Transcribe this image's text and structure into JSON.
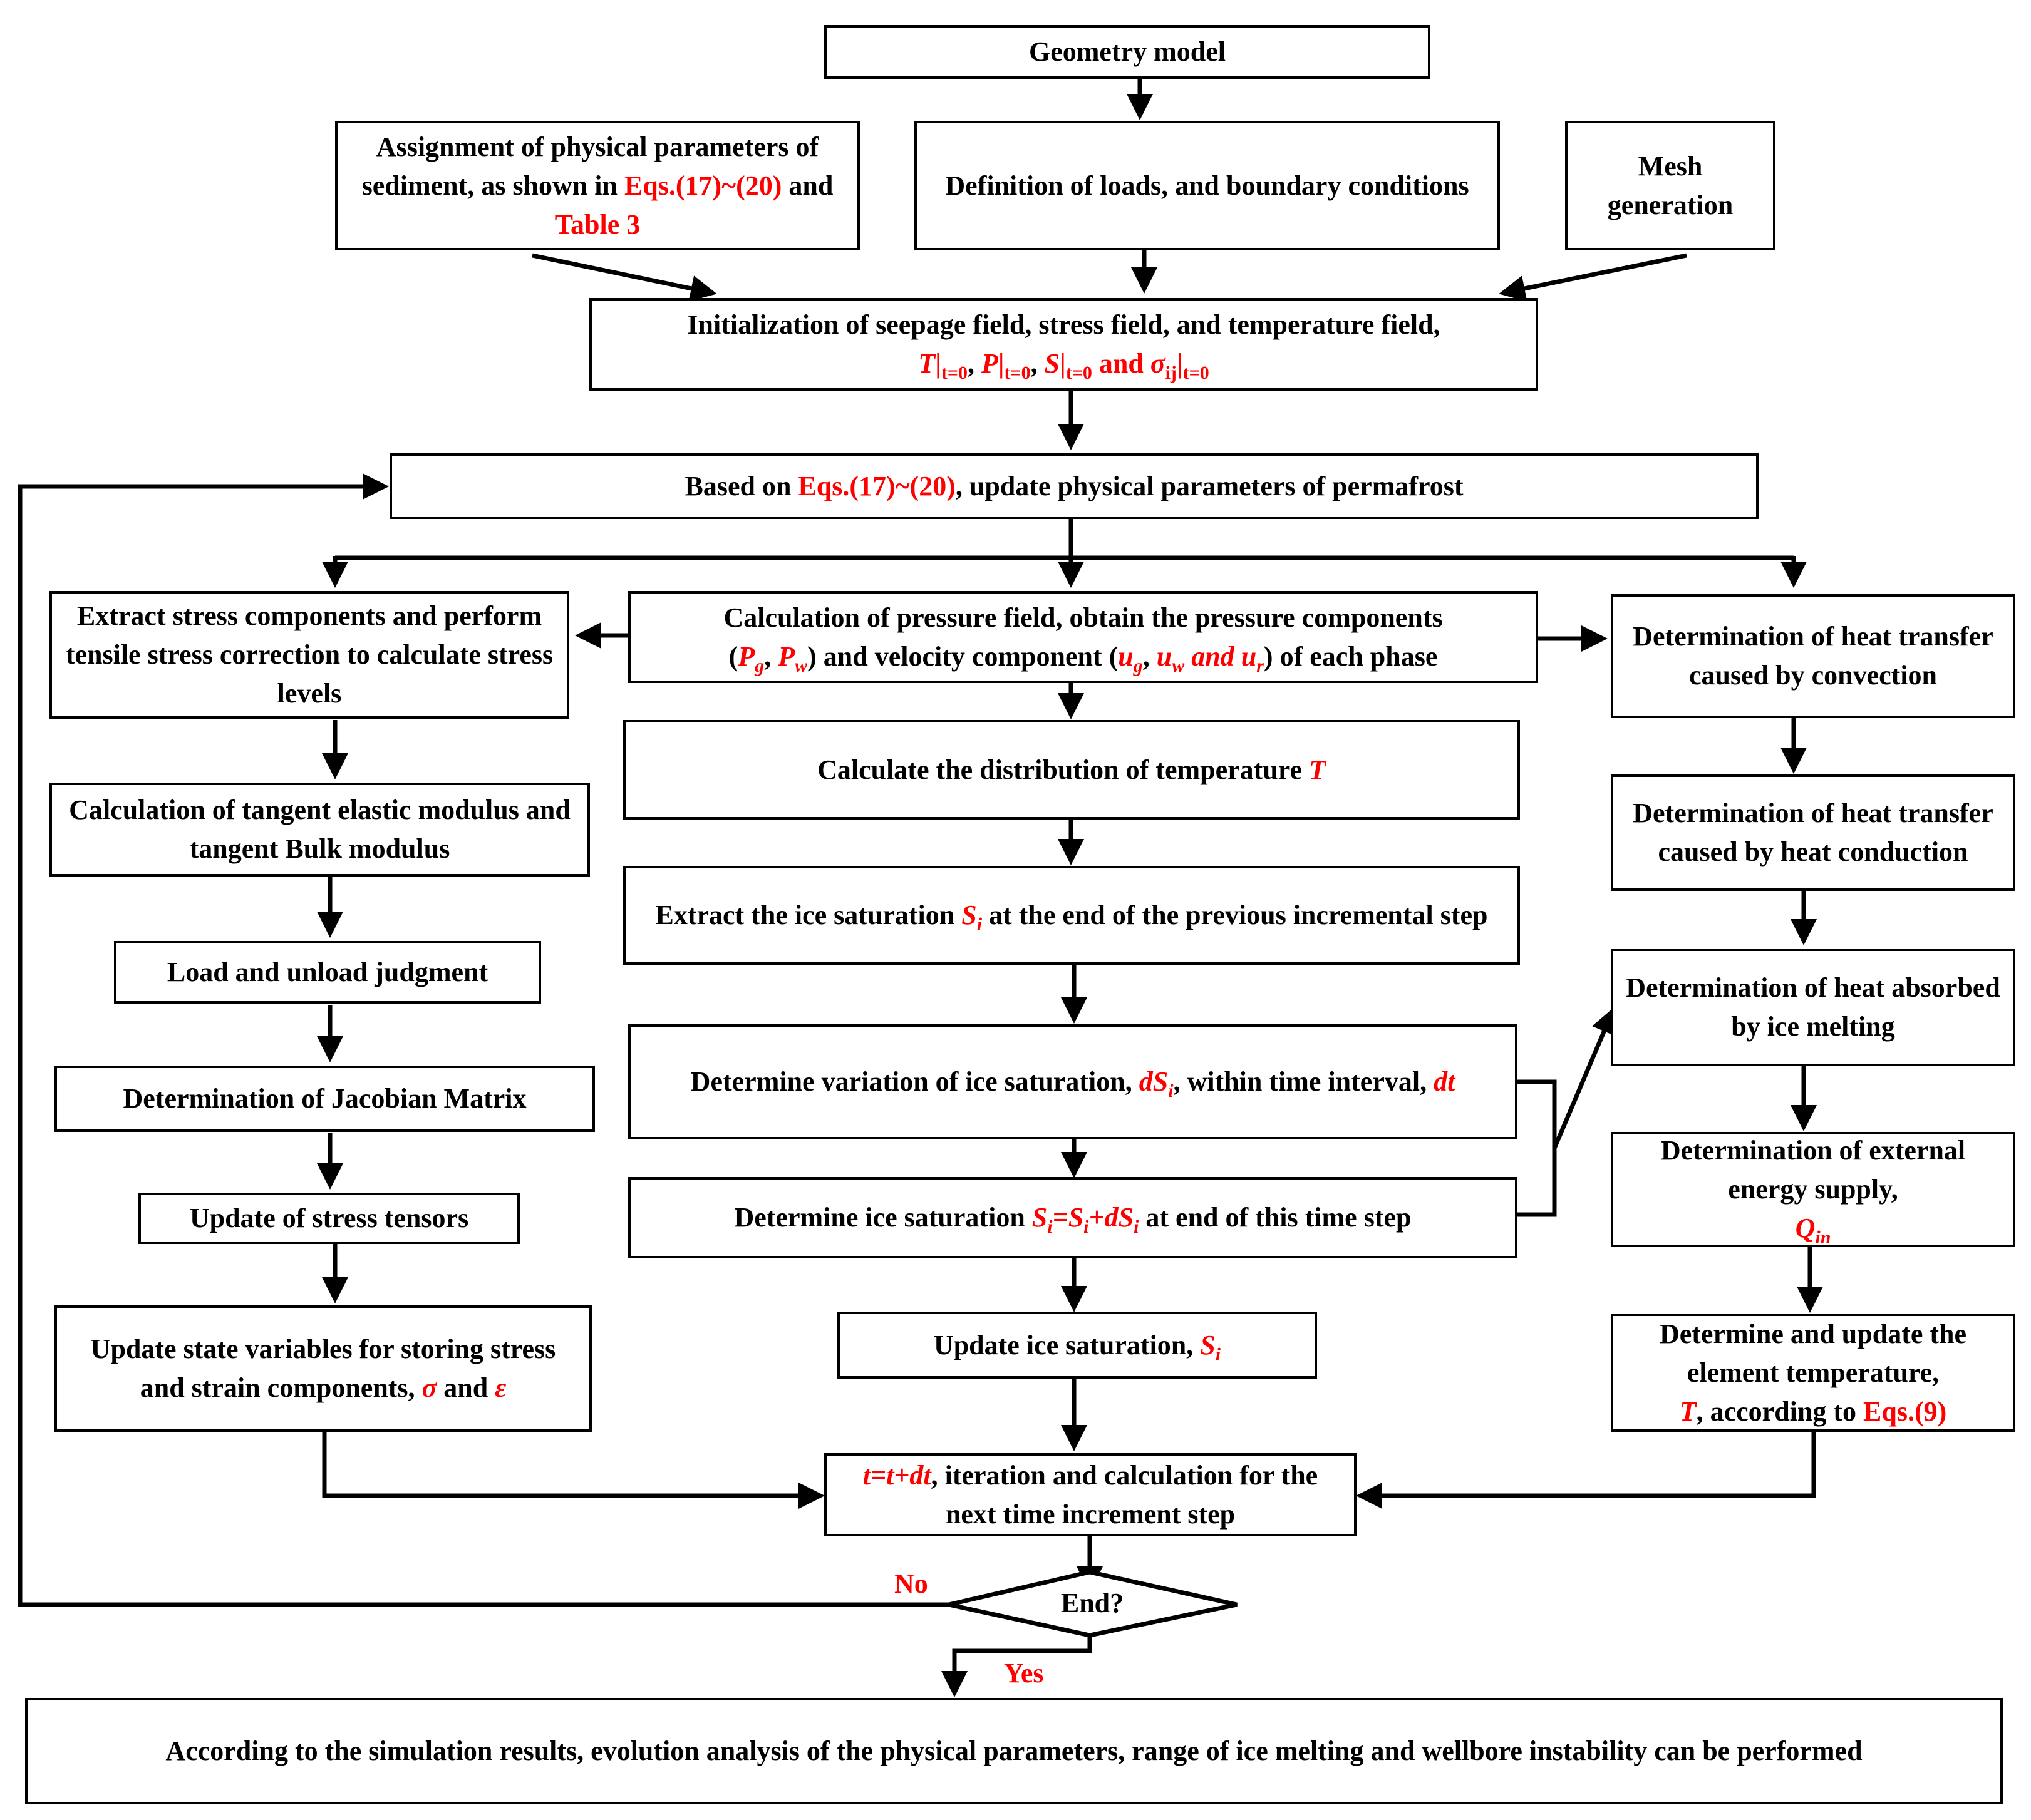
{
  "colors": {
    "line": "#000000",
    "highlight": "#ff0000",
    "background": "#ffffff"
  },
  "nodes": {
    "geometry": "Geometry model",
    "assign": {
      "prefix": "Assignment of physical parameters of sediment, as shown in",
      "ref1": "Eqs.(17)~(20)",
      "mid": "and",
      "ref2": "Table 3"
    },
    "loads": "Definition of loads, and boundary conditions",
    "mesh": "Mesh generation",
    "init": {
      "line1": "Initialization of seepage field, stress field, and temperature field,",
      "T": "T",
      "P": "P",
      "S": "S",
      "sigma": "σ",
      "sigma_sub": "ij",
      "t0": "t=0",
      "and": "and"
    },
    "update_params": {
      "prefix": "Based on",
      "ref": "Eqs.(17)~(20)",
      "suffix": ", update physical parameters of permafrost"
    },
    "stress_extract": "Extract stress components and perform tensile stress correction to calculate stress levels",
    "tangent": "Calculation of tangent elastic modulus and tangent Bulk modulus",
    "load_unload": "Load and unload judgment",
    "jacobian": "Determination of Jacobian Matrix",
    "update_stress": "Update of stress tensors",
    "state_vars": {
      "text": "Update state variables for storing stress and strain components,",
      "sigma": "σ",
      "and": "and",
      "eps": "ε"
    },
    "pressure": {
      "line1": "Calculation of pressure field, obtain the pressure components",
      "Pg": "P",
      "g": "g",
      "Pw": "P",
      "w": "w",
      "mid": "and velocity component",
      "ug": "u",
      "uw": "u",
      "and_ur": "and u",
      "r": "r",
      "suffix": "of each phase"
    },
    "temp_dist": {
      "text": "Calculate the distribution of temperature",
      "T": "T"
    },
    "ice_extract": {
      "pre": "Extract the ice saturation",
      "S": "S",
      "i": "i",
      "post": "at the end of the previous incremental step"
    },
    "ice_var": {
      "pre": "Determine variation of ice saturation,",
      "dS": "dS",
      "i": "i",
      "mid": ", within time interval,",
      "dt": "dt"
    },
    "ice_sat": {
      "pre": "Determine ice saturation",
      "eq_a": "S",
      "eq_b": "=S",
      "eq_c": "+dS",
      "i": "i",
      "post": "at end of this time step"
    },
    "update_ice": {
      "text": "Update ice saturation,",
      "S": "S",
      "i": "i"
    },
    "convection": "Determination of heat transfer caused by convection",
    "conduction": "Determination of heat transfer caused by heat conduction",
    "melting": "Determination of heat absorbed by ice melting",
    "energy": {
      "text": "Determination of external energy supply,",
      "Q": "Q",
      "in": "in"
    },
    "element_temp": {
      "line1": "Determine and update the element temperature,",
      "T": "T",
      "mid": ", according to",
      "ref": "Eqs.(9)"
    },
    "iteration": {
      "tdt": "t=t+dt",
      "text": ", iteration and calculation for the next time increment step"
    },
    "decision": "End?",
    "no": "No",
    "yes": "Yes",
    "final": "According to the simulation results, evolution analysis of the physical parameters, range of ice melting and wellbore instability can be performed"
  }
}
